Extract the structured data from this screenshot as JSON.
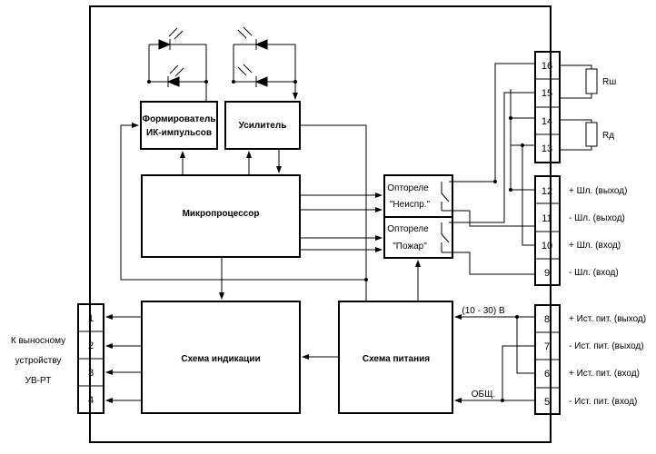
{
  "blocks": {
    "former_l1": "Формирователь",
    "former_l2": "ИК-импульсов",
    "amplifier": "Усилитель",
    "micro": "Микропроцессор",
    "relay1_l1": "Оптореле",
    "relay1_l2": "\"Неиспр.\"",
    "relay2_l1": "Оптореле",
    "relay2_l2": "\"Пожар\"",
    "indication": "Схема индикации",
    "power": "Схема питания"
  },
  "right_pins": [
    {
      "num": "16",
      "label": ""
    },
    {
      "num": "15",
      "label": ""
    },
    {
      "num": "14",
      "label": ""
    },
    {
      "num": "13",
      "label": ""
    },
    {
      "num": "12",
      "label": "+ Шл. (выход)"
    },
    {
      "num": "11",
      "label": "- Шл. (выход)"
    },
    {
      "num": "10",
      "label": "+ Шл. (вход)"
    },
    {
      "num": "9",
      "label": "- Шл. (вход)"
    },
    {
      "num": "8",
      "label": "+ Ист. пит. (выход)"
    },
    {
      "num": "7",
      "label": "- Ист. пит. (выход)"
    },
    {
      "num": "6",
      "label": "+ Ист. пит. (вход)"
    },
    {
      "num": "5",
      "label": "- Ист. пит. (вход)"
    }
  ],
  "left_pins": [
    "1",
    "2",
    "3",
    "4"
  ],
  "left_label": [
    "К выносному",
    "устройству",
    "УВ-РТ"
  ],
  "resistors": {
    "rsh": "Rш",
    "rd": "Rд"
  },
  "voltage": "(10 - 30) В",
  "common": "ОБЩ."
}
